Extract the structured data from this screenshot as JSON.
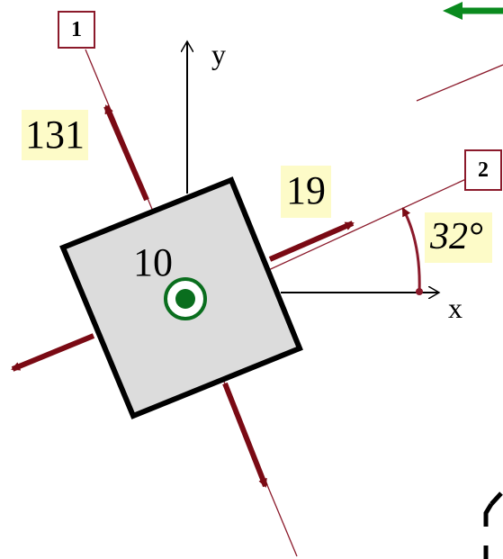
{
  "axis_1": {
    "label": "1"
  },
  "axis_2": {
    "label": "2"
  },
  "axes": {
    "x_label": "x",
    "y_label": "y"
  },
  "stresses": {
    "sigma_1_value": "131",
    "tau_value": "19",
    "out_of_plane_value": "10"
  },
  "angle": {
    "label": "32°"
  },
  "colors": {
    "arrow": "#7a0a14",
    "line": "#8b1a2b",
    "element_fill": "#dcdcdc",
    "label_bg": "#fdfbc8",
    "out_of_plane": "#0a6e1e"
  }
}
